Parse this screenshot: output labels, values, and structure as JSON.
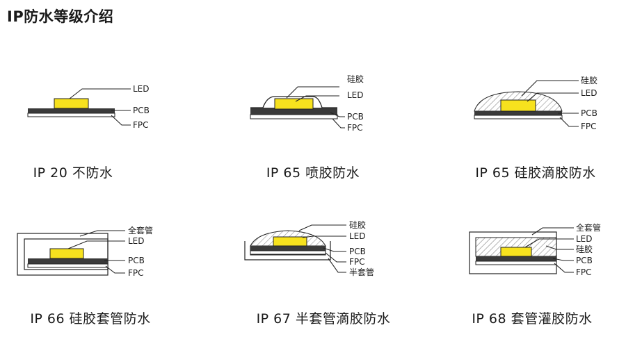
{
  "title": "IP防水等级介绍",
  "labels": {
    "led": "LED",
    "pcb": "PCB",
    "fpc": "FPC",
    "silicone": "硅胶",
    "full_sleeve": "全套管",
    "half_sleeve": "半套管"
  },
  "panels": [
    {
      "caption": "IP 20 不防水"
    },
    {
      "caption": "IP 65 喷胶防水"
    },
    {
      "caption": "IP 65 硅胶滴胶防水"
    },
    {
      "caption": "IP 66 硅胶套管防水"
    },
    {
      "caption": "IP 67 半套管滴胶防水"
    },
    {
      "caption": "IP 68 套管灌胶防水"
    }
  ],
  "colors": {
    "led": "#f7e21e",
    "pcb": "#3a3a3a",
    "fpc": "#ffffff",
    "outline": "#222222",
    "hatch": "#888888"
  }
}
